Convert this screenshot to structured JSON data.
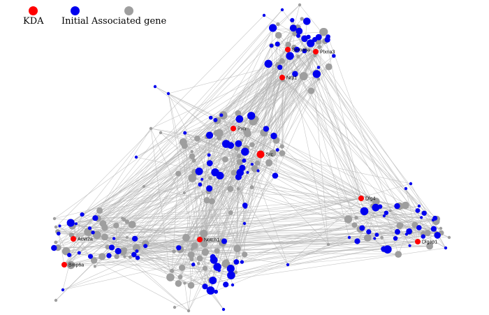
{
  "legend": {
    "kda": {
      "label": "KDA",
      "color": "#ff0000"
    },
    "initial": {
      "label": "Initial",
      "color": "#0000ee"
    },
    "associated": {
      "label": "Associated gene",
      "color": "#9e9e9e"
    }
  },
  "colors": {
    "edge": "#b4b4b4",
    "kda": "#ff0000",
    "initial": "#0000ee",
    "associated": "#9e9e9e"
  },
  "kda_genes": [
    "Sema6a",
    "Plxna3",
    "Nrp1",
    "Pxn",
    "Src",
    "Dlg4",
    "Dlgap1",
    "Notch1",
    "Acvr2a",
    "Bmp6a"
  ]
}
